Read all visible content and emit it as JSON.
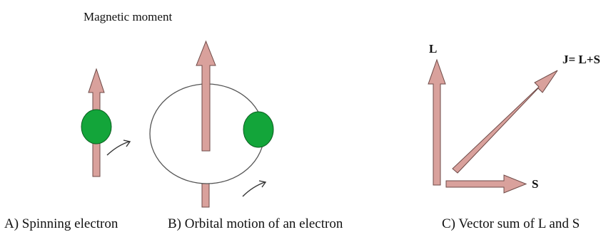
{
  "labels": {
    "magnetic_moment": "Magnetic moment",
    "vector_L": "L",
    "vector_S": "S",
    "vector_J": "J= L+S"
  },
  "captions": {
    "a": "A) Spinning electron",
    "b": "B) Orbital motion of an electron",
    "c": "C) Vector sum of L and S"
  },
  "colors": {
    "arrow_fill": "#d9a19c",
    "arrow_stroke": "#6e4a47",
    "electron_fill": "#13a53a",
    "electron_stroke": "#0b5e20",
    "orbit_stroke": "#555555",
    "text": "#111111"
  }
}
